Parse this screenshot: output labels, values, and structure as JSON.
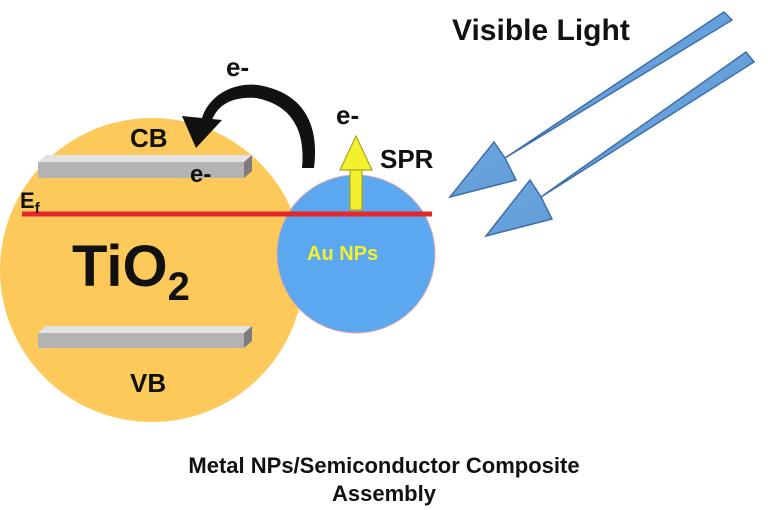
{
  "labels": {
    "visible_light": "Visible Light",
    "cb": "CB",
    "vb": "VB",
    "ef_main": "E",
    "ef_sub": "f",
    "tio2_main": "TiO",
    "tio2_sub": "2",
    "au_nps": "Au NPs",
    "spr": "SPR",
    "electron_transfer": "e-",
    "electron_spr": "e-",
    "electron_cb": "e-"
  },
  "caption": {
    "line1": "Metal NPs/Semiconductor Composite",
    "line2": "Assembly"
  },
  "colors": {
    "tio2_fill": "#FCC95A",
    "au_fill": "#5CA8F0",
    "fermi_line": "#E5262B",
    "spr_arrow": "#F3F12E",
    "au_label": "#F3F12E",
    "light_arrow": "#5B9BD5",
    "light_arrow_edge": "#3F6FA8",
    "band_top": "#E3E3E3",
    "band_front": "#B3B3B3",
    "band_side": "#7C7C7C",
    "transfer_arrow": "#111111"
  }
}
